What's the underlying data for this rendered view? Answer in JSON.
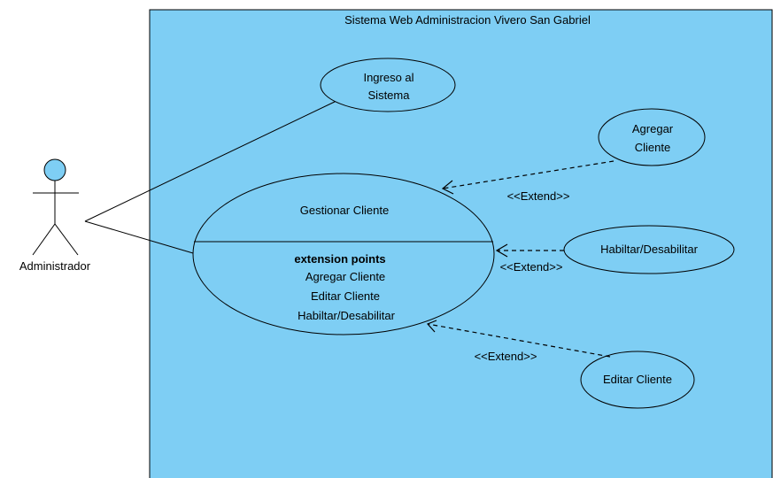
{
  "system": {
    "title": "Sistema Web Administracion Vivero San Gabriel",
    "fill_color": "#7ecef4",
    "stroke_color": "#000000"
  },
  "actor": {
    "name": "Administrador",
    "head_color": "#7ecef4"
  },
  "use_cases": {
    "login": {
      "line1": "Ingreso al",
      "line2": "Sistema"
    },
    "manage": {
      "title": "Gestionar Cliente",
      "extension_points_label": "extension points",
      "extension_points": [
        "Agregar Cliente",
        "Editar Cliente",
        "Habiltar/Desabilitar"
      ]
    },
    "add": {
      "line1": "Agregar",
      "line2": "Cliente"
    },
    "toggle": {
      "label": "Habiltar/Desabilitar"
    },
    "edit": {
      "label": "Editar Cliente"
    }
  },
  "relations": {
    "extend_add": "<<Extend>>",
    "extend_toggle": "<<Extend>>",
    "extend_edit": "<<Extend>>"
  }
}
